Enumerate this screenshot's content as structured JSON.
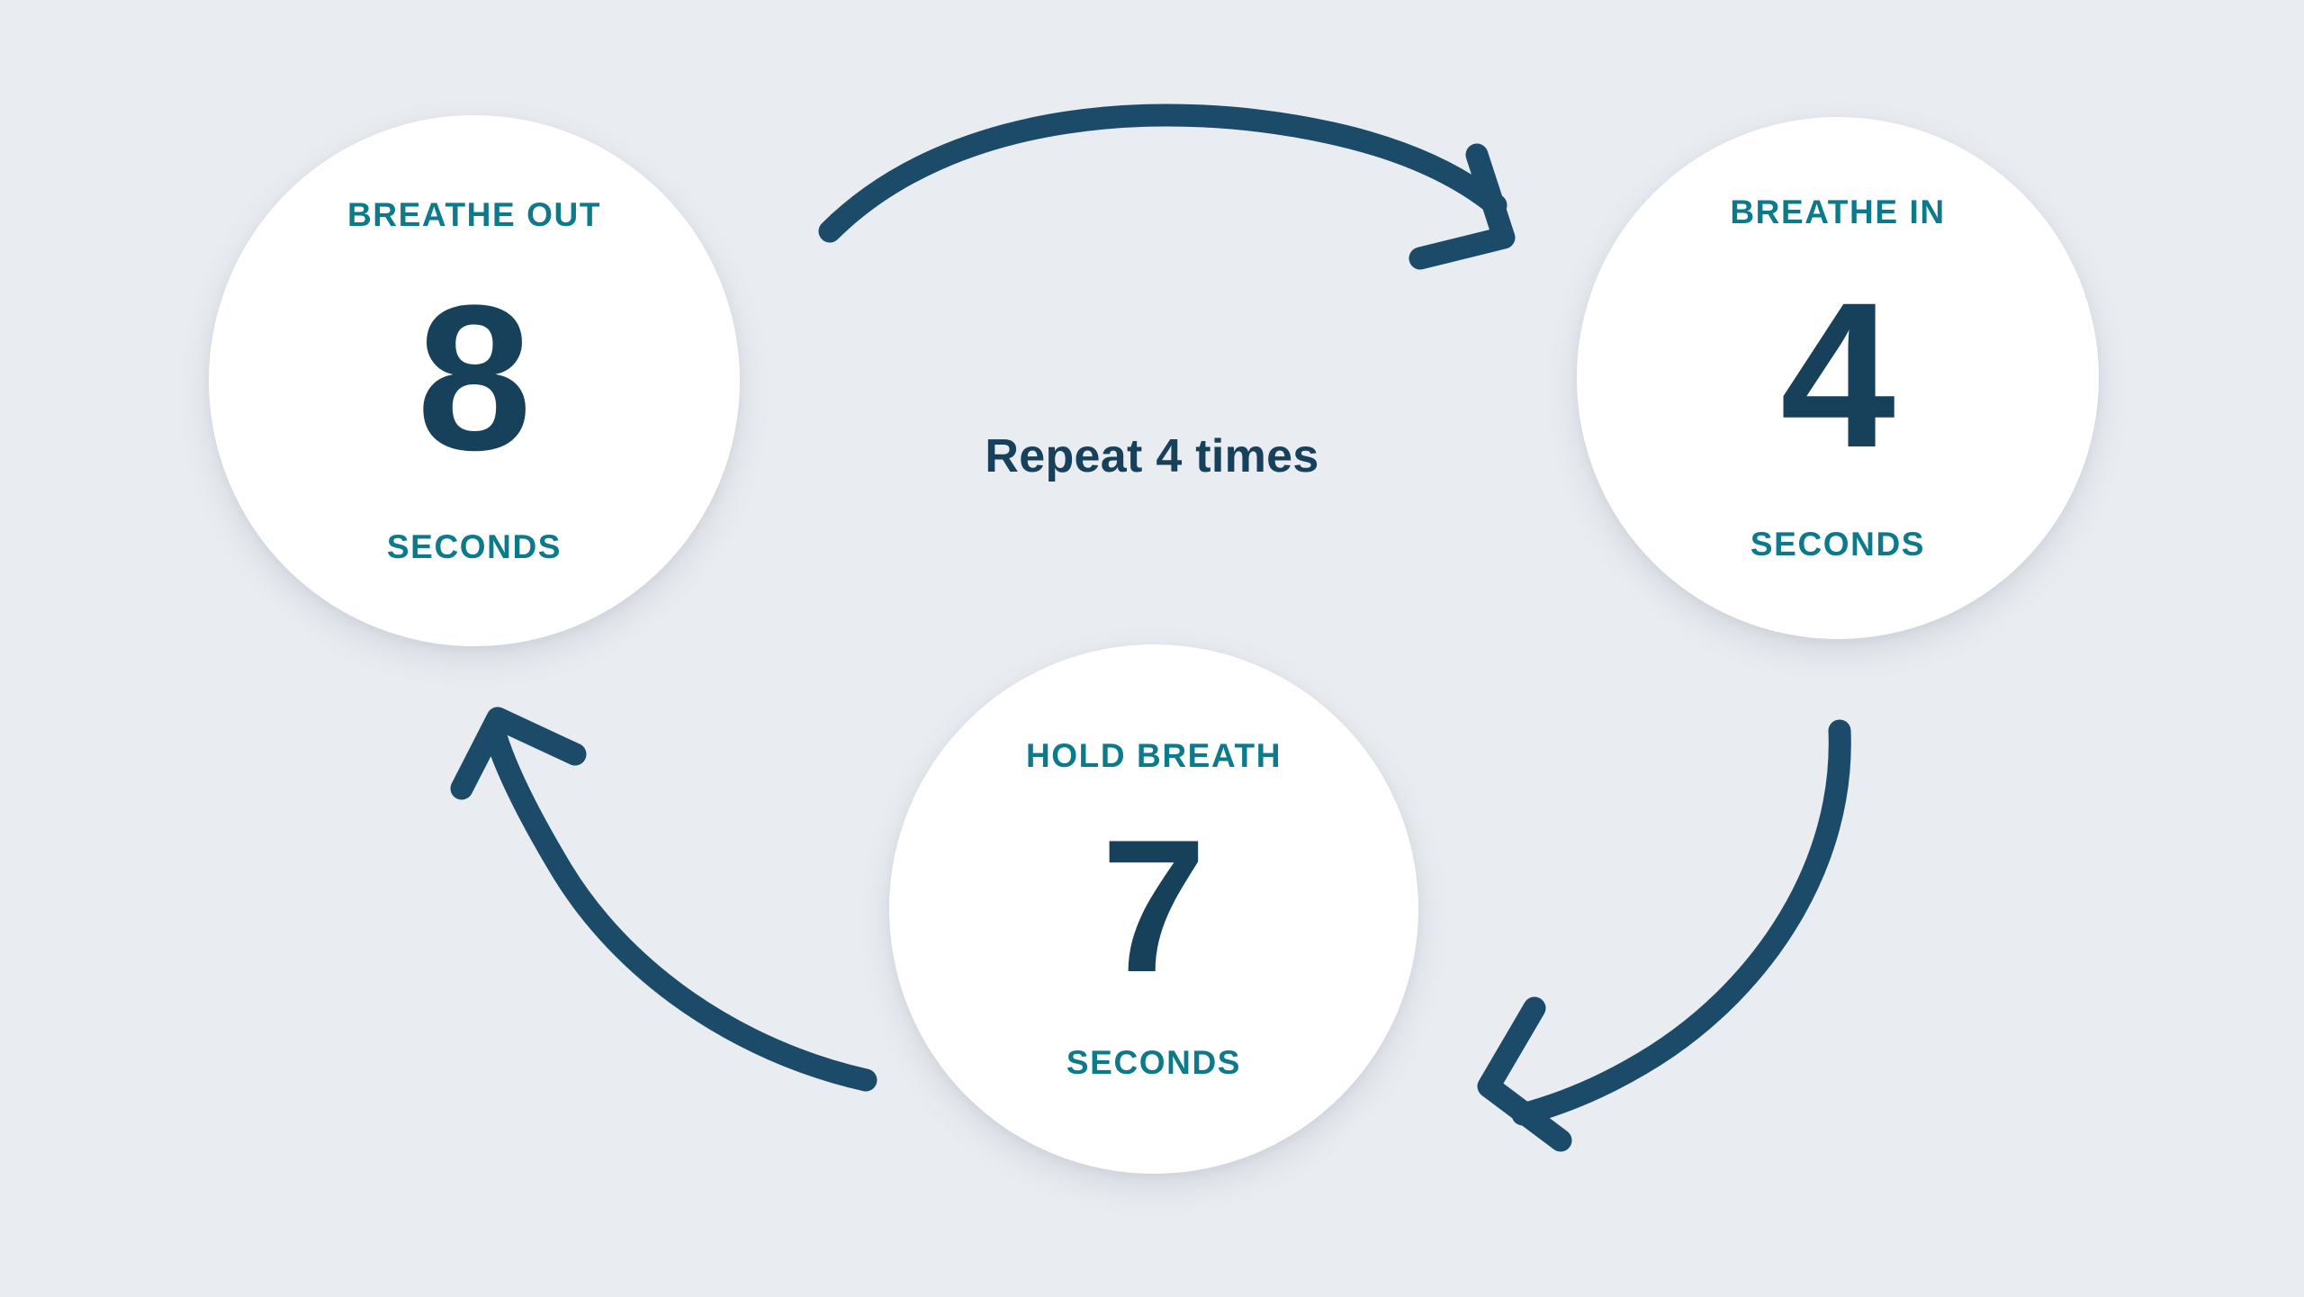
{
  "colors": {
    "background": "#e9ecf1",
    "circle_fill": "#ffffff",
    "label_teal": "#0d7a8c",
    "number_navy": "#17405a",
    "arrow_navy": "#1b4b68"
  },
  "center": {
    "caption": "Repeat 4 times"
  },
  "nodes": [
    {
      "id": "breathe-out",
      "label": "BREATHE OUT",
      "number": "8",
      "unit": "SECONDS"
    },
    {
      "id": "breathe-in",
      "label": "BREATHE IN",
      "number": "4",
      "unit": "SECONDS"
    },
    {
      "id": "hold-breath",
      "label": "HOLD BREATH",
      "number": "7",
      "unit": "SECONDS"
    }
  ],
  "arrows": [
    {
      "id": "arrow-out-to-in",
      "icon": "curved-arrow-icon",
      "from": "breathe-out",
      "to": "breathe-in",
      "direction": "left-to-right"
    },
    {
      "id": "arrow-in-to-hold",
      "icon": "curved-arrow-icon",
      "from": "breathe-in",
      "to": "hold-breath",
      "direction": "top-right-to-bottom-left"
    },
    {
      "id": "arrow-hold-to-out",
      "icon": "curved-arrow-icon",
      "from": "hold-breath",
      "to": "breathe-out",
      "direction": "bottom-right-to-top-left"
    }
  ]
}
